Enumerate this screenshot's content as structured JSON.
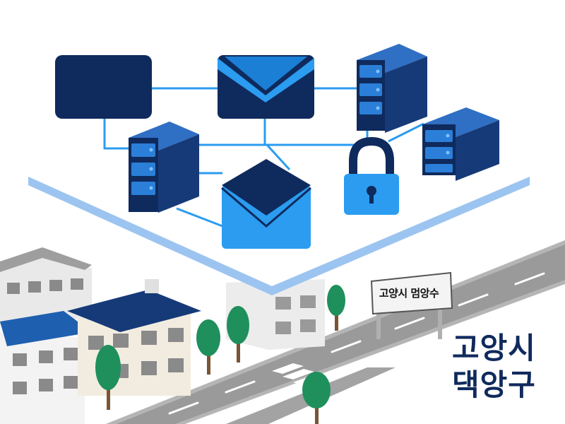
{
  "sign": {
    "text": "고양시 멈앙수"
  },
  "big_label": {
    "line1": "고앙시",
    "line2": "댁앙구"
  },
  "colors": {
    "navy": "#0f2a5c",
    "blue": "#1565c0",
    "bright_blue": "#2b9cf0",
    "platform_edge": "#9cc4f0",
    "road": "#8f8f8f",
    "tree": "#1f8f5c"
  },
  "icons": [
    "monitor-icon",
    "mail-icon",
    "server-icon",
    "lock-icon"
  ]
}
